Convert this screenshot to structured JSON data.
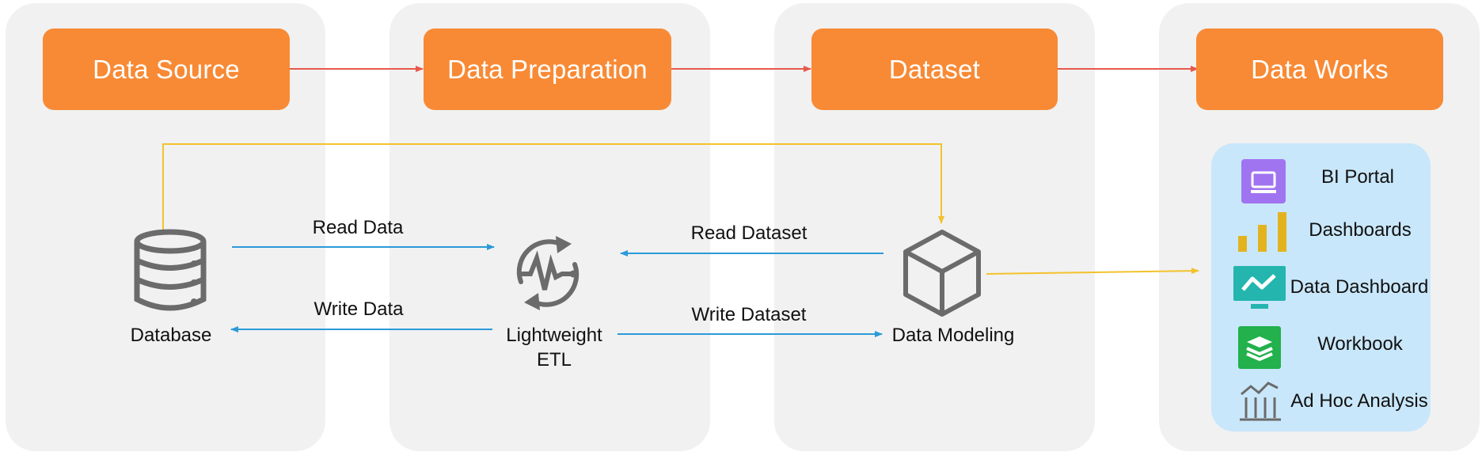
{
  "stages": [
    {
      "label": "Data Source"
    },
    {
      "label": "Data Preparation"
    },
    {
      "label": "Dataset"
    },
    {
      "label": "Data Works"
    }
  ],
  "nodes": {
    "database": "Database",
    "etl_line1": "Lightweight",
    "etl_line2": "ETL",
    "modeling": "Data Modeling"
  },
  "edges": {
    "read_data": "Read Data",
    "write_data": "Write Data",
    "read_dataset": "Read Dataset",
    "write_dataset": "Write Dataset"
  },
  "works": [
    {
      "label": "BI Portal",
      "icon": "bi-portal-icon"
    },
    {
      "label": "Dashboards",
      "icon": "bar-chart-icon"
    },
    {
      "label": "Data Dashboard",
      "icon": "monitor-trend-icon"
    },
    {
      "label": "Workbook",
      "icon": "stacked-layers-icon"
    },
    {
      "label": "Ad Hoc Analysis",
      "icon": "column-analysis-icon"
    }
  ],
  "colors": {
    "stage_fill": "#f88a35",
    "stage_arrow": "#e8584a",
    "blue_arrow": "#2b9ad8",
    "yellow_arrow": "#f3c22c",
    "lane_bg": "#f1f1f1",
    "works_panel": "#c9e7fa",
    "icon_gray": "#6b6b6b"
  }
}
